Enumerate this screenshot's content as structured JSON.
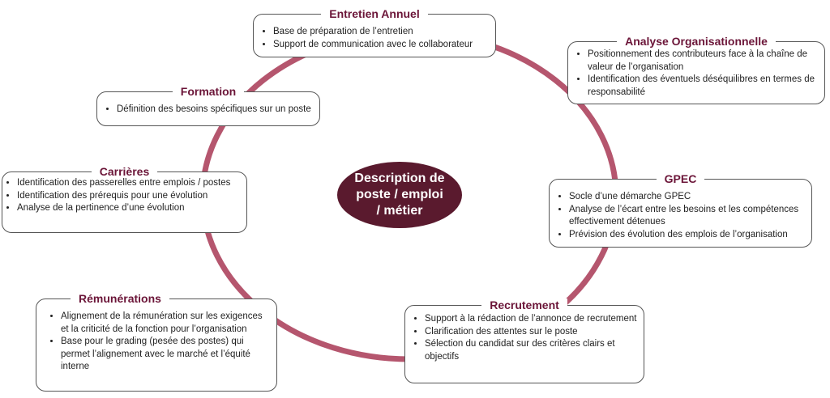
{
  "center": {
    "line1": "Description de",
    "line2": "poste / emploi",
    "line3": "/ métier"
  },
  "nodes": [
    {
      "title": "Entretien Annuel",
      "items": [
        "Base de préparation de l’entretien",
        "Support de communication avec le collaborateur"
      ]
    },
    {
      "title": "Analyse Organisationnelle",
      "items": [
        "Positionnement des contributeurs face à la chaîne de valeur de l’organisation",
        "Identification des éventuels déséquilibres en termes de responsabilité"
      ]
    },
    {
      "title": "Formation",
      "items": [
        "Définition des besoins spécifiques sur un poste"
      ]
    },
    {
      "title": "Carrières",
      "items": [
        "Identification des passerelles entre emplois / postes",
        "Identification des prérequis pour une évolution",
        "Analyse de la pertinence d’une évolution"
      ]
    },
    {
      "title": "GPEC",
      "items": [
        "Socle d’une démarche GPEC",
        "Analyse de l’écart entre les besoins et les compétences effectivement détenues",
        "Prévision des évolution des emplois de l’organisation"
      ]
    },
    {
      "title": "Rémunérations",
      "items": [
        "Alignement de la rémunération sur les exigences et la criticité de la fonction  pour l’organisation",
        "Base pour le grading (pesée des postes) qui permet l’alignement avec le marché et l’équité interne"
      ]
    },
    {
      "title": "Recrutement",
      "items": [
        "Support à la rédaction de l’annonce de recrutement",
        "Clarification des attentes sur le poste",
        "Sélection du candidat sur des critères clairs et objectifs"
      ]
    }
  ],
  "colors": {
    "ring": "#b5566e",
    "title": "#6b1538",
    "center": "#5a1a2e"
  }
}
